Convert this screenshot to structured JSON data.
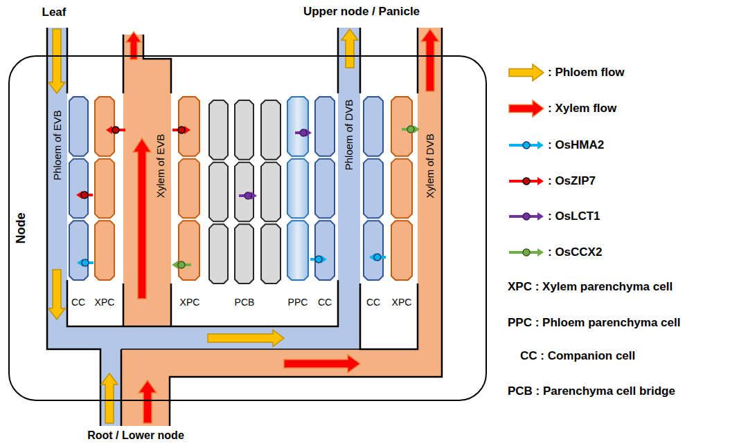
{
  "diagram": {
    "nodes": [
      {
        "text": [
          "Node"
        ]
      },
      {
        "text": [
          "Phloem of EVB"
        ],
        "in": 0
      },
      {
        "text": [
          "Xylem of EVB"
        ],
        "in": 0
      },
      {
        "text": [
          "Phloem of DVB"
        ],
        "in": 0
      },
      {
        "text": [
          "Xylem of DVB"
        ],
        "in": 0
      }
    ],
    "labels": [
      "Leaf",
      "Upper node / Panicle",
      "CC",
      "XPC",
      "XPC",
      "PCB",
      "PPC",
      "CC",
      "CC",
      "XPC",
      "Root / Lower node",
      "XPC : Xylem parenchyma cell",
      "PPC : Phloem parenchyma cell",
      "CC : Companion cell",
      "PCB : Parenchyma cell bridge"
    ],
    "legend": [
      {
        "text": ": Phloem flow"
      },
      {
        "text": ": Xylem flow"
      },
      {
        "text": ": OsHMA2"
      },
      {
        "text": ": OsZIP7"
      },
      {
        "text": ": OsLCT1"
      },
      {
        "text": ": OsCCX2"
      }
    ]
  }
}
